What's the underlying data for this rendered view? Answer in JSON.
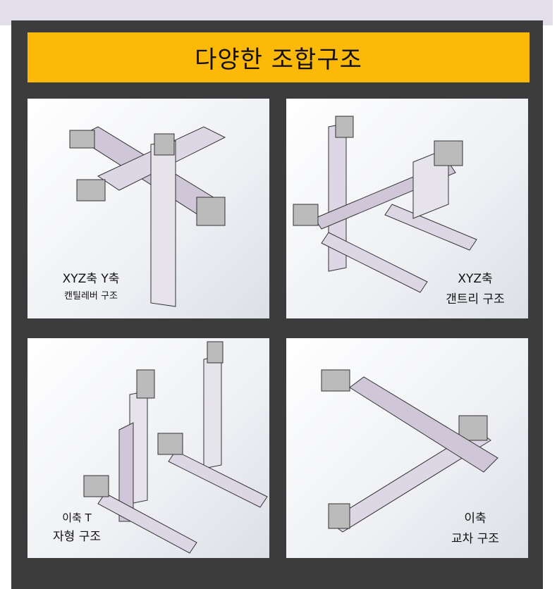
{
  "title": "다양한 조합구조",
  "cards": [
    {
      "line1": "XYZ축 Y축",
      "line2": "캔틸레버 구조"
    },
    {
      "line1": "XYZ축",
      "line2": "갠트리 구조"
    },
    {
      "line1": "이축 T",
      "line2": "자형 구조"
    },
    {
      "line1": "이축",
      "line2": "교차 구조"
    }
  ],
  "colors": {
    "banner": "#fdb907",
    "panel": "#3c3c3c",
    "machine": "#c9bfd3"
  }
}
